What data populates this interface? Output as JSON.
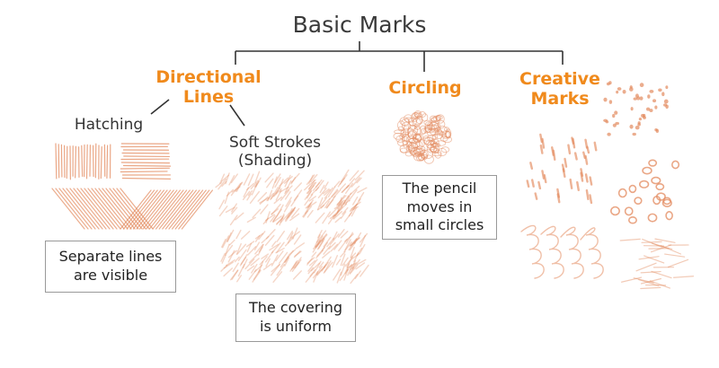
{
  "title": "Basic Marks",
  "accent_color": "#f08a1c",
  "pencil_color": "#e38a5e",
  "categories": {
    "directional": {
      "line1": "Directional",
      "line2": "Lines"
    },
    "circling": {
      "label": "Circling"
    },
    "creative": {
      "line1": "Creative",
      "line2": "Marks"
    }
  },
  "subcategories": {
    "hatching": "Hatching",
    "soft_strokes": {
      "line1": "Soft Strokes",
      "line2": "(Shading)"
    }
  },
  "notes": {
    "hatching": {
      "line1": "Separate lines",
      "line2": "are visible"
    },
    "shading": {
      "line1": "The covering",
      "line2": "is uniform"
    },
    "circling": {
      "line1": "The pencil",
      "line2": "moves in",
      "line3": "small circles"
    }
  }
}
